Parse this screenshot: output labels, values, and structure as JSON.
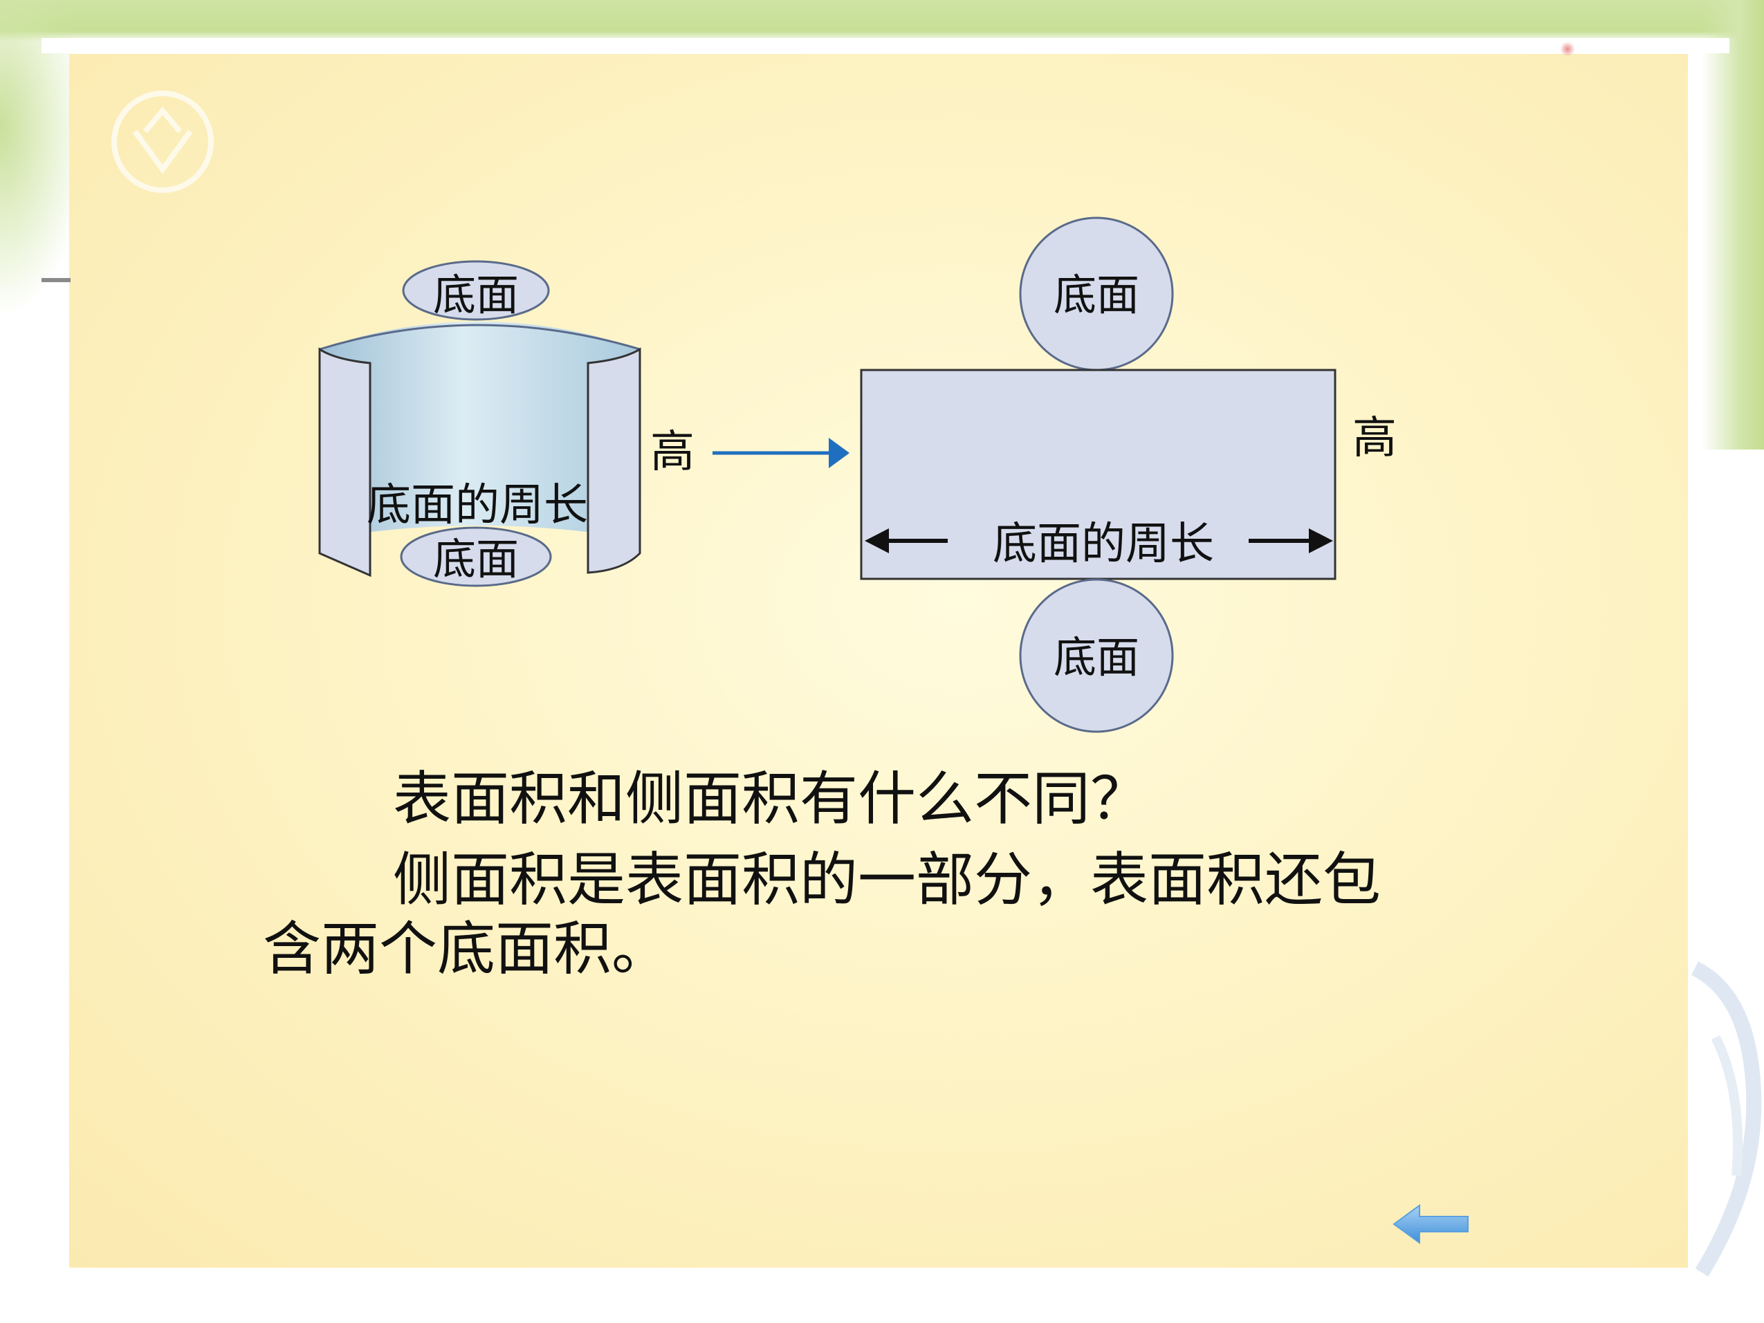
{
  "left_figure": {
    "top_base_label": "底面",
    "circumference_label": "底面的周长",
    "bottom_base_label": "底面",
    "height_label": "高"
  },
  "net_figure": {
    "top_base_label": "底面",
    "circumference_label": "底面的周长",
    "height_label": "高",
    "bottom_base_label": "底面"
  },
  "text": {
    "question": "表面积和侧面积有什么不同？",
    "answer_line1": "侧面积是表面积的一部分，表面积还包",
    "answer_line2": "含两个底面积。"
  },
  "colors": {
    "slide_bg": "#fdf2c2",
    "shape_fill": "#d6dcec",
    "shape_stroke": "#5a6a8a",
    "arrow_blue": "#1f6fc0",
    "back_arrow": "#5aa0e0"
  },
  "icons": {
    "back": "back-arrow-icon"
  }
}
